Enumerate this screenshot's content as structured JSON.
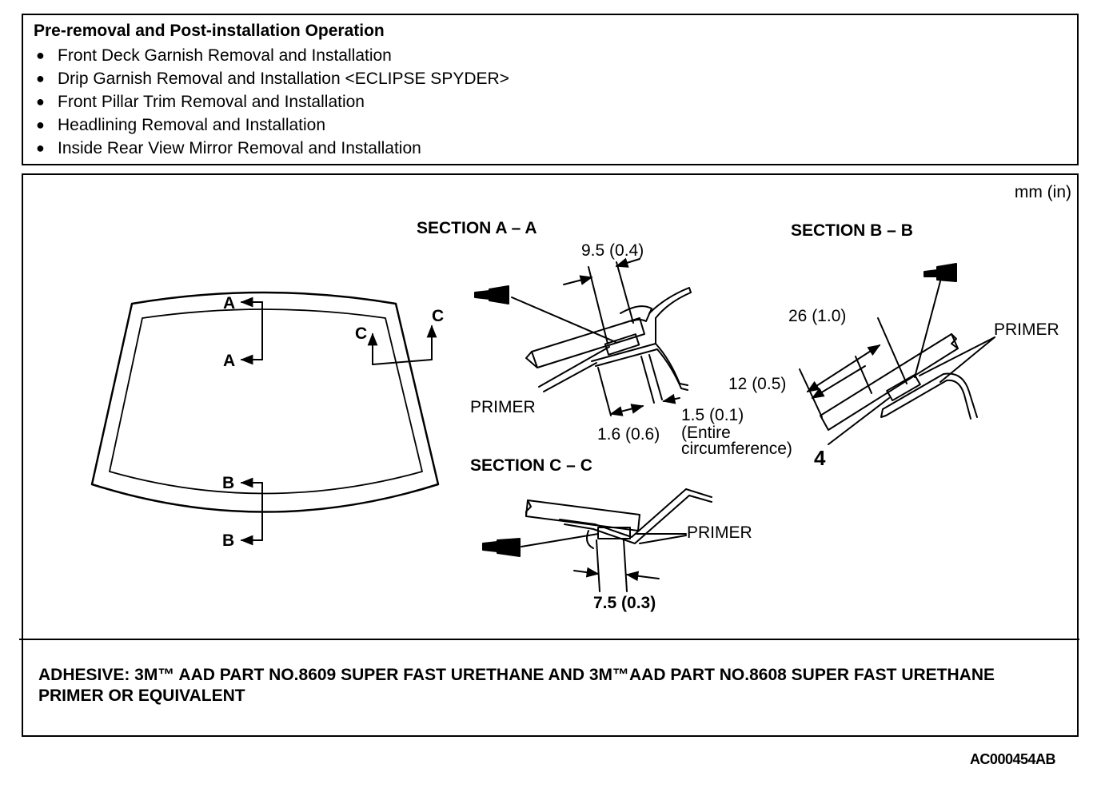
{
  "pre_removal": {
    "heading": "Pre-removal and Post-installation Operation",
    "items": [
      "Front Deck Garnish Removal and Installation",
      "Drip Garnish Removal and Installation <ECLIPSE SPYDER>",
      "Front Pillar Trim Removal and Installation",
      "Headlining Removal and Installation",
      "Inside Rear View Mirror Removal and Installation"
    ]
  },
  "diagram": {
    "units": "mm (in)",
    "windshield_markers": {
      "a1": "A",
      "a2": "A",
      "b1": "B",
      "b2": "B",
      "c1": "C",
      "c2": "C"
    },
    "section_aa": {
      "title": "SECTION A – A",
      "dim_top": "9.5 (0.4)",
      "primer": "PRIMER",
      "dim_bottom_left": "1.6 (0.6)",
      "dim_bottom_right": "1.5 (0.1)",
      "note_line1": "(Entire",
      "note_line2": "circumference)"
    },
    "section_bb": {
      "title": "SECTION B – B",
      "dim_outer": "26 (1.0)",
      "dim_inner": "12 (0.5)",
      "primer": "PRIMER",
      "callout": "4"
    },
    "section_cc": {
      "title": "SECTION C – C",
      "primer": "PRIMER",
      "dim": "7.5 (0.3)"
    }
  },
  "adhesive_note": "ADHESIVE: 3M™ AAD PART NO.8609 SUPER FAST URETHANE AND 3M™AAD PART NO.8608 SUPER FAST URETHANE PRIMER OR EQUIVALENT",
  "figure_code": "AC000454AB"
}
